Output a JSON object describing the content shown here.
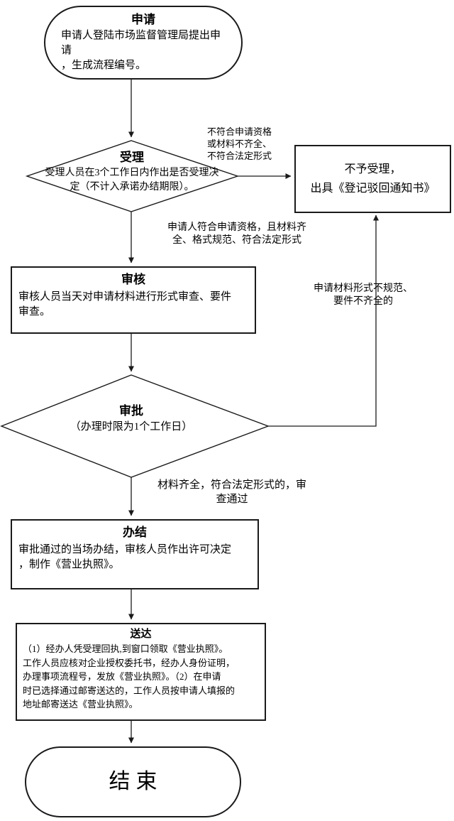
{
  "colors": {
    "stroke": "#1a1a1a",
    "fill": "#ffffff",
    "text": "#000000"
  },
  "nodes": {
    "start": {
      "title": "申请",
      "body": "申请人登陆市场监督管理局提出申请\n，生成流程编号。"
    },
    "accept": {
      "title": "受理",
      "body": "受理人员在3个工作日内作出是否受理决\n定（不计入承诺办结期限）。"
    },
    "reject": {
      "body": "不予受理，\n出具《登记驳回通知书》"
    },
    "review": {
      "title": "审核",
      "body": "审核人员当天对申请材料进行形式审查、要件\n审查。"
    },
    "approve": {
      "title": "审批",
      "body": "（办理时限为1个工作日）"
    },
    "complete": {
      "title": "办结",
      "body": "审批通过的当场办结，审核人员作出许可决定\n，制作《营业执照》。"
    },
    "deliver": {
      "title": "送达",
      "body": "（1）经办人凭受理回执,到窗口领取《营业执照》。\n工作人员应核对企业授权委托书，经办人身份证明，\n办理事项流程号，发放《营业执照》。（2）在申请\n时已选择通过邮寄送达的，工作人员按申请人填报的\n地址邮寄送达《营业执照》。"
    },
    "end": {
      "title": "结束"
    }
  },
  "labels": {
    "reject_condition": "不符合申请资格\n或材料不齐全、\n不符合法定形式",
    "pass_condition": "申请人符合申请资格，且材料齐\n全、格式规范、符合法定形式",
    "approve_reject_condition": "申请材料形式不规范、\n要件不齐全的",
    "approve_pass_condition": "材料齐全，符合法定形式的，审\n查通过"
  }
}
